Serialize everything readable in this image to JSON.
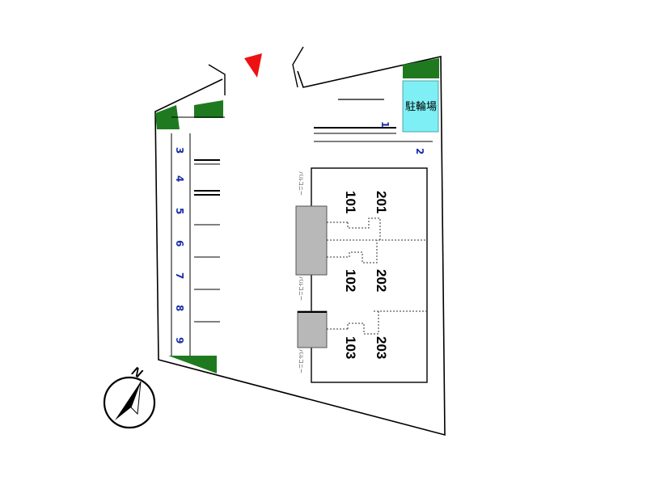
{
  "map": {
    "parking_spots": [
      "1",
      "2",
      "3",
      "4",
      "5",
      "6",
      "7",
      "8",
      "9"
    ],
    "units_upper": [
      "201",
      "202",
      "203"
    ],
    "units_lower": [
      "101",
      "102",
      "103"
    ],
    "bike_parking_label": "駐輪場",
    "balcony_label": "バルコニー",
    "north_label": "N",
    "colors": {
      "greenery": "#1f7a1f",
      "bike_area": "#7ef0f5",
      "balcony_block": "#b8b8b8",
      "entrance_arrow": "#ee1111",
      "spot_number": "#1a2fa8"
    },
    "icons": [
      "entrance-arrow-icon",
      "compass-north-icon"
    ]
  }
}
